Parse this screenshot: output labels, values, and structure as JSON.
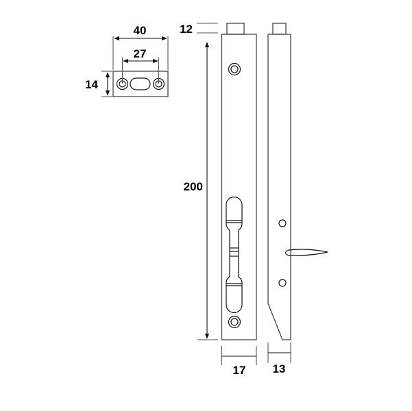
{
  "drawing": {
    "type": "technical-drawing",
    "subject": "flush bolt",
    "colors": {
      "background": "#ffffff",
      "line": "#444444",
      "text": "#000000"
    },
    "dimensions": {
      "plate_width": "40",
      "plate_hole_spacing": "27",
      "plate_height": "14",
      "tab_height": "12",
      "body_length": "200",
      "body_width": "17",
      "body_depth": "13"
    },
    "views": [
      {
        "name": "keep-plate-view"
      },
      {
        "name": "front-view"
      },
      {
        "name": "side-view"
      }
    ]
  }
}
